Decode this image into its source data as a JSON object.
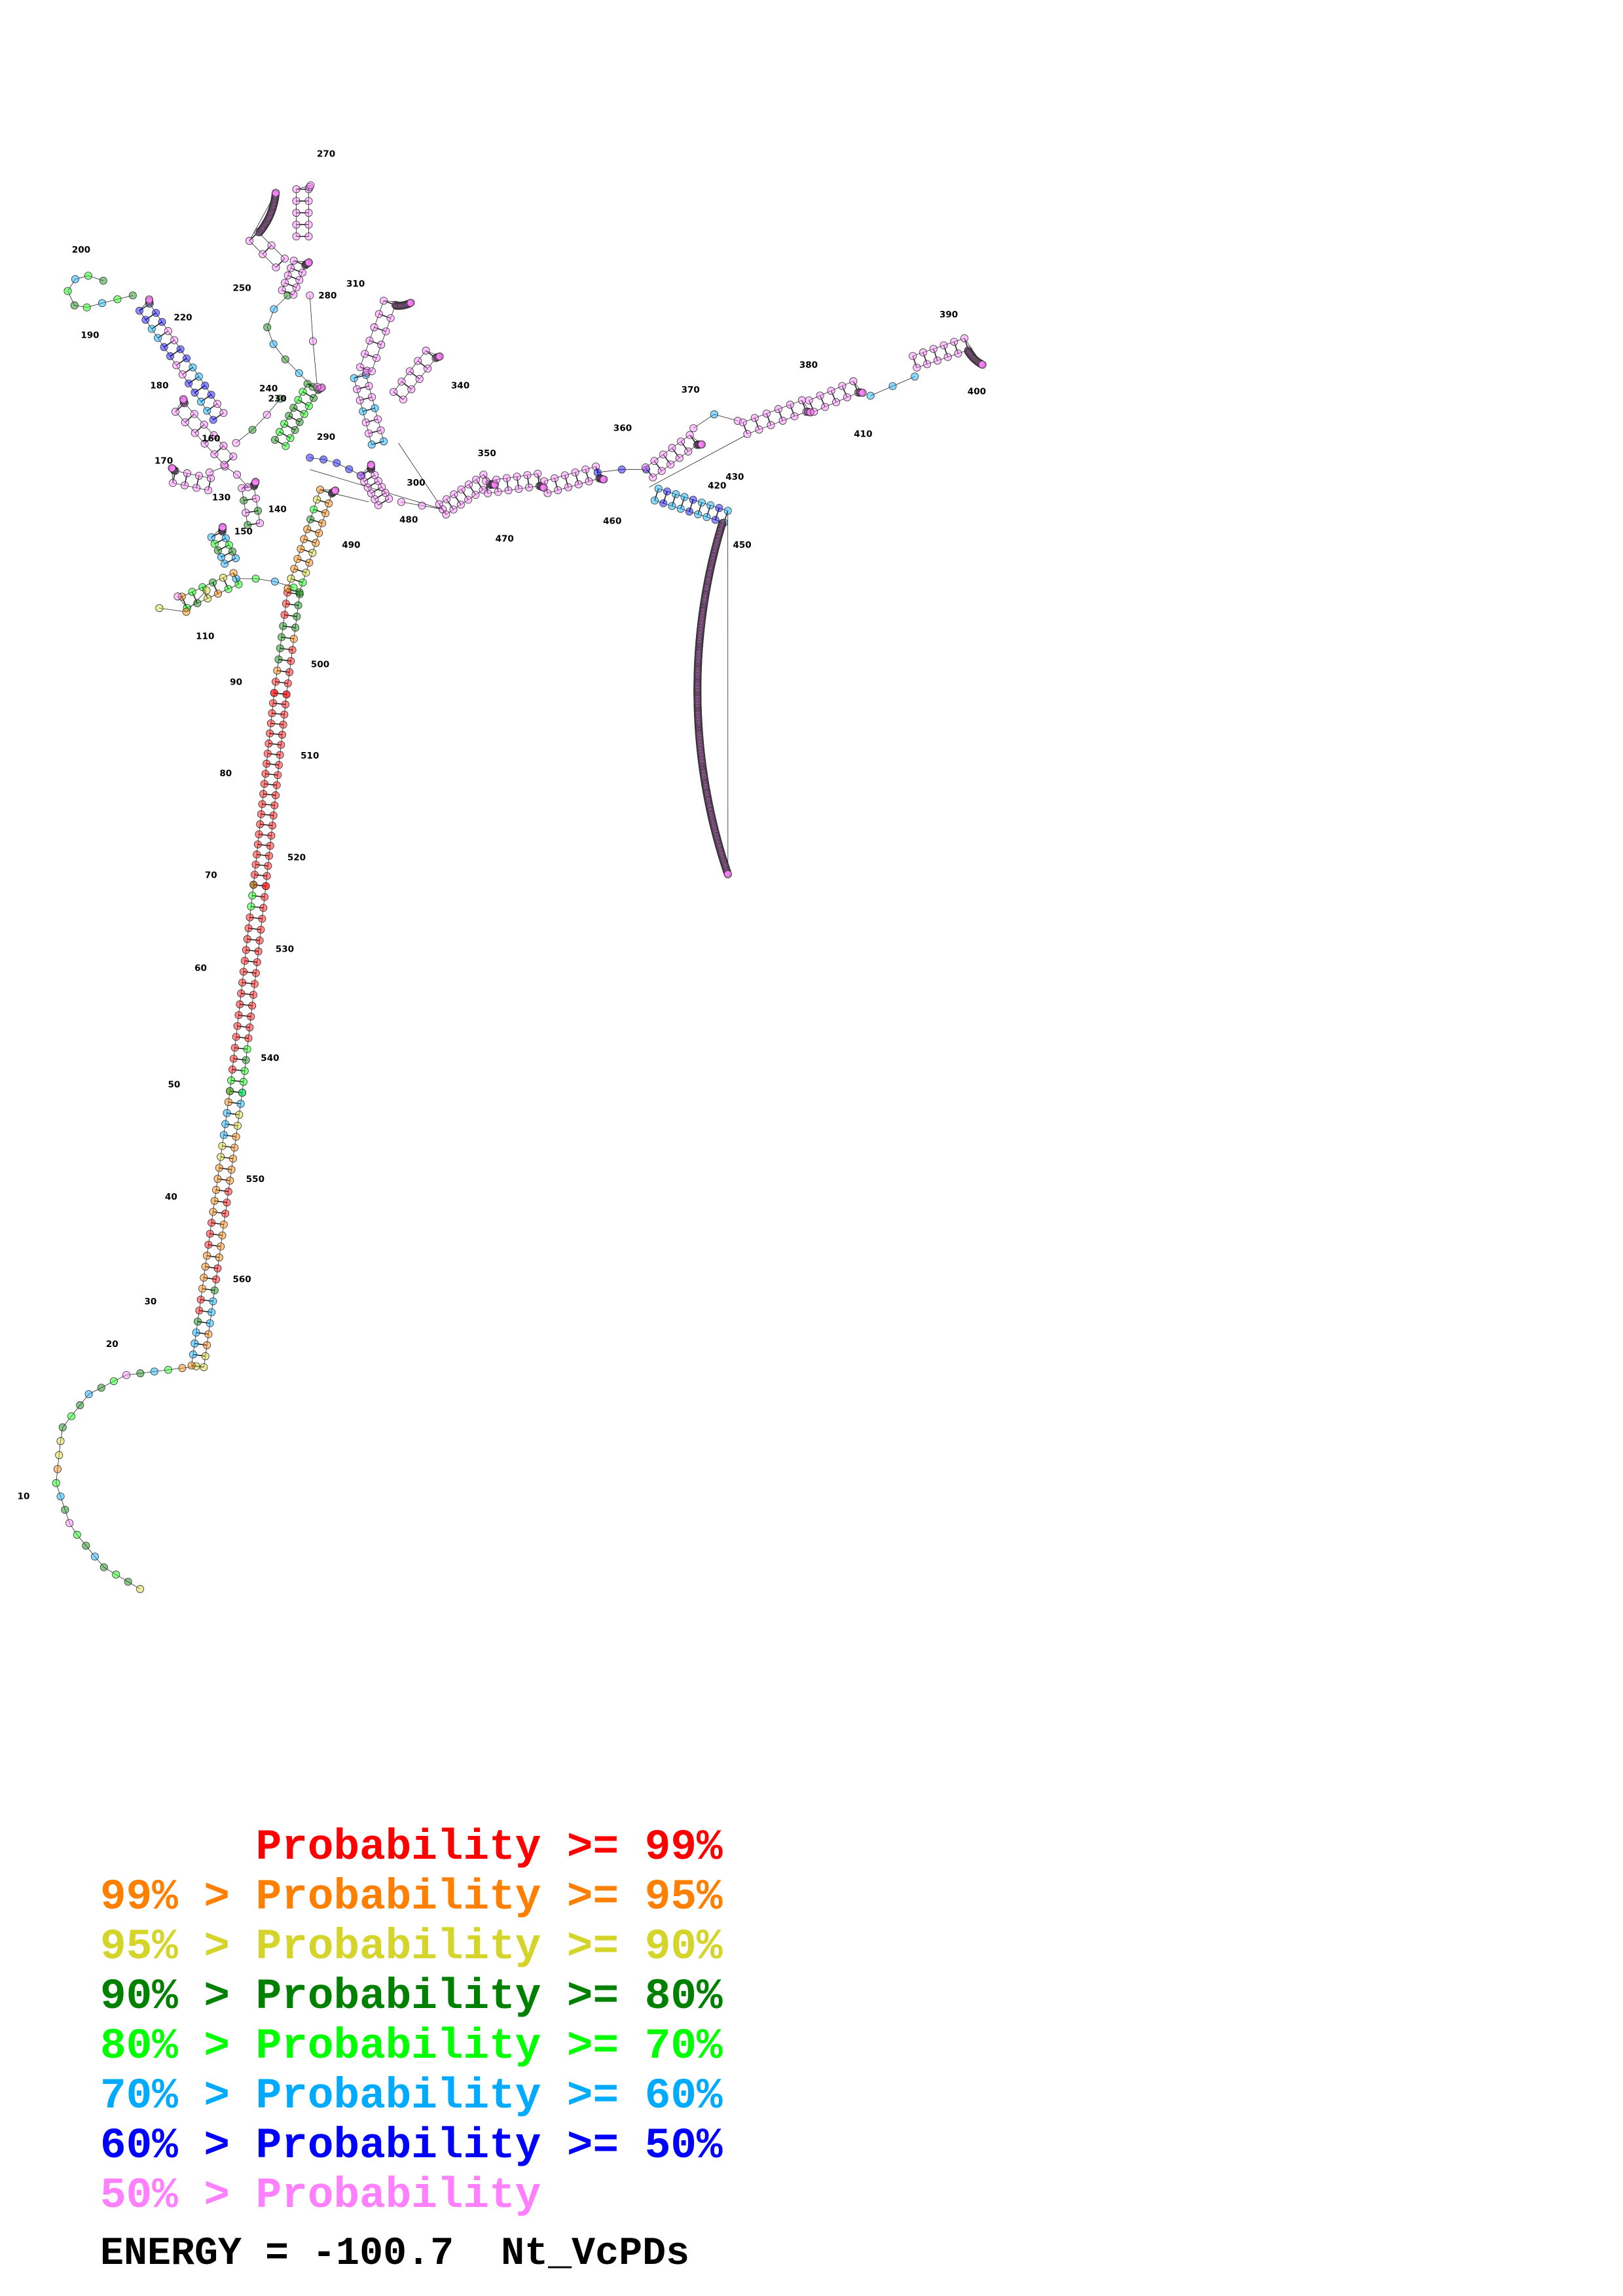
{
  "legend": [
    {
      "text": "      Probability >= 99%",
      "color": "#ff0000"
    },
    {
      "text": "99% > Probability >= 95%",
      "color": "#ff8000"
    },
    {
      "text": "95% > Probability >= 90%",
      "color": "#d4d42a"
    },
    {
      "text": "90% > Probability >= 80%",
      "color": "#008000"
    },
    {
      "text": "80% > Probability >= 70%",
      "color": "#00ff00"
    },
    {
      "text": "70% > Probability >= 60%",
      "color": "#00aaff"
    },
    {
      "text": "60% > Probability >= 50%",
      "color": "#0000ff"
    },
    {
      "text": "50% > Probability",
      "color": "#ff80ff"
    }
  ],
  "energy_line": "ENERGY = -100.7  Nt_VcPDs",
  "position_labels": [
    "10",
    "20",
    "30",
    "40",
    "50",
    "60",
    "70",
    "80",
    "90",
    "110",
    "130",
    "140",
    "150",
    "160",
    "170",
    "180",
    "190",
    "200",
    "220",
    "230",
    "240",
    "250",
    "270",
    "280",
    "290",
    "300",
    "310",
    "340",
    "350",
    "360",
    "370",
    "380",
    "390",
    "400",
    "410",
    "420",
    "430",
    "450",
    "460",
    "470",
    "480",
    "490",
    "500",
    "510",
    "520",
    "530",
    "540",
    "550",
    "560"
  ]
}
